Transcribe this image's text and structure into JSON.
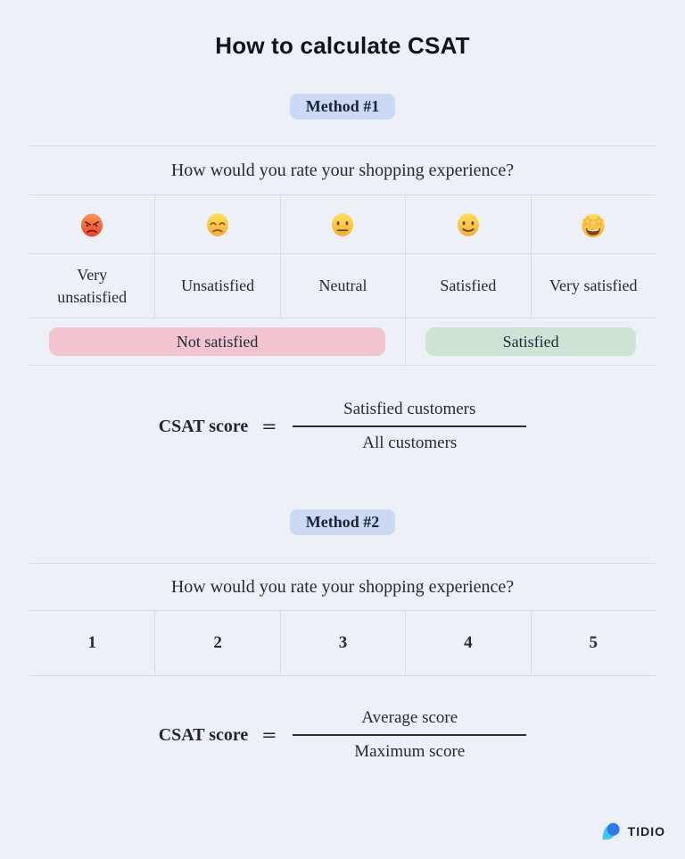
{
  "page": {
    "title": "How to calculate CSAT",
    "background_color": "#edf0f6",
    "divider_color": "#d7dce6",
    "badge_color": "#cbd9f4"
  },
  "method1": {
    "badge": "Method #1",
    "question": "How would you rate your shopping experience?",
    "ratings": [
      {
        "emoji": "😡",
        "emoji_name": "pouting-face",
        "label": "Very unsatisfied"
      },
      {
        "emoji": "😞",
        "emoji_name": "disappointed-face",
        "label": "Unsatisfied"
      },
      {
        "emoji": "😐",
        "emoji_name": "neutral-face",
        "label": "Neutral"
      },
      {
        "emoji": "🙂",
        "emoji_name": "slightly-smiling-face",
        "label": "Satisfied"
      },
      {
        "emoji": "🤩",
        "emoji_name": "star-struck-face",
        "label": "Very satisfied"
      }
    ],
    "groups": [
      {
        "label": "Not satisfied",
        "color": "#f1c4cf",
        "spans_columns": 3
      },
      {
        "label": "Satisfied",
        "color": "#cee5d5",
        "spans_columns": 2
      }
    ],
    "formula": {
      "lhs": "CSAT score",
      "equals": "=",
      "numerator": "Satisfied customers",
      "denominator": "All customers"
    }
  },
  "method2": {
    "badge": "Method #2",
    "question": "How would you rate your shopping experience?",
    "scale": [
      "1",
      "2",
      "3",
      "4",
      "5"
    ],
    "formula": {
      "lhs": "CSAT score",
      "equals": "=",
      "numerator": "Average score",
      "denominator": "Maximum score"
    }
  },
  "footer": {
    "brand": "TIDIO",
    "logo_name": "tidio-logo",
    "logo_colors": {
      "light_blue": "#45c5f7",
      "dark_blue": "#2b7cea"
    }
  }
}
